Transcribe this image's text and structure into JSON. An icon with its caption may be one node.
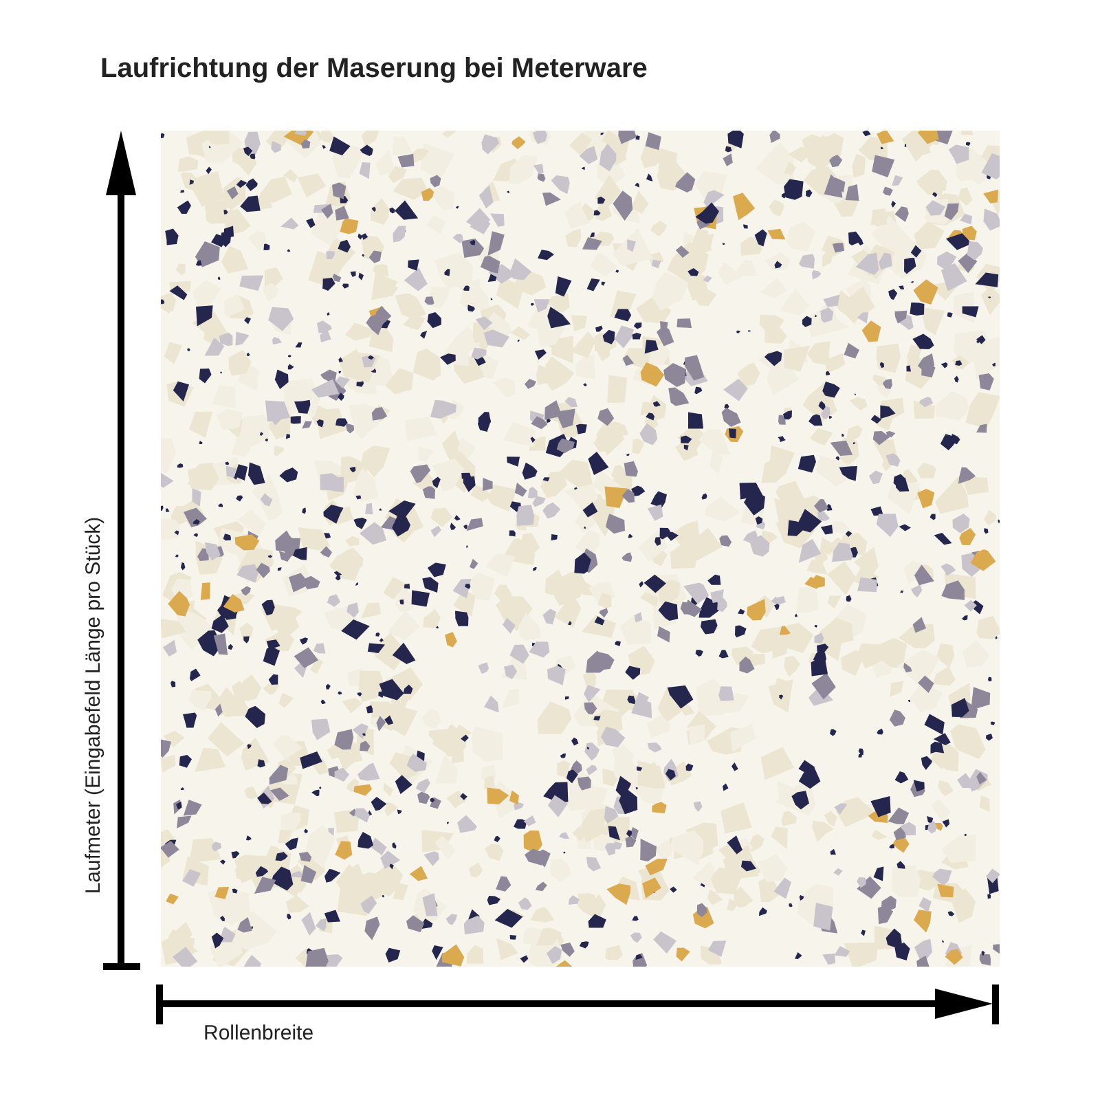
{
  "diagram": {
    "title": "Laufrichtung der Maserung bei Meterware",
    "labels": [
      "Laufmeter (Eingabefeld Länge pro Stück)",
      "Rollenbreite"
    ]
  }
}
